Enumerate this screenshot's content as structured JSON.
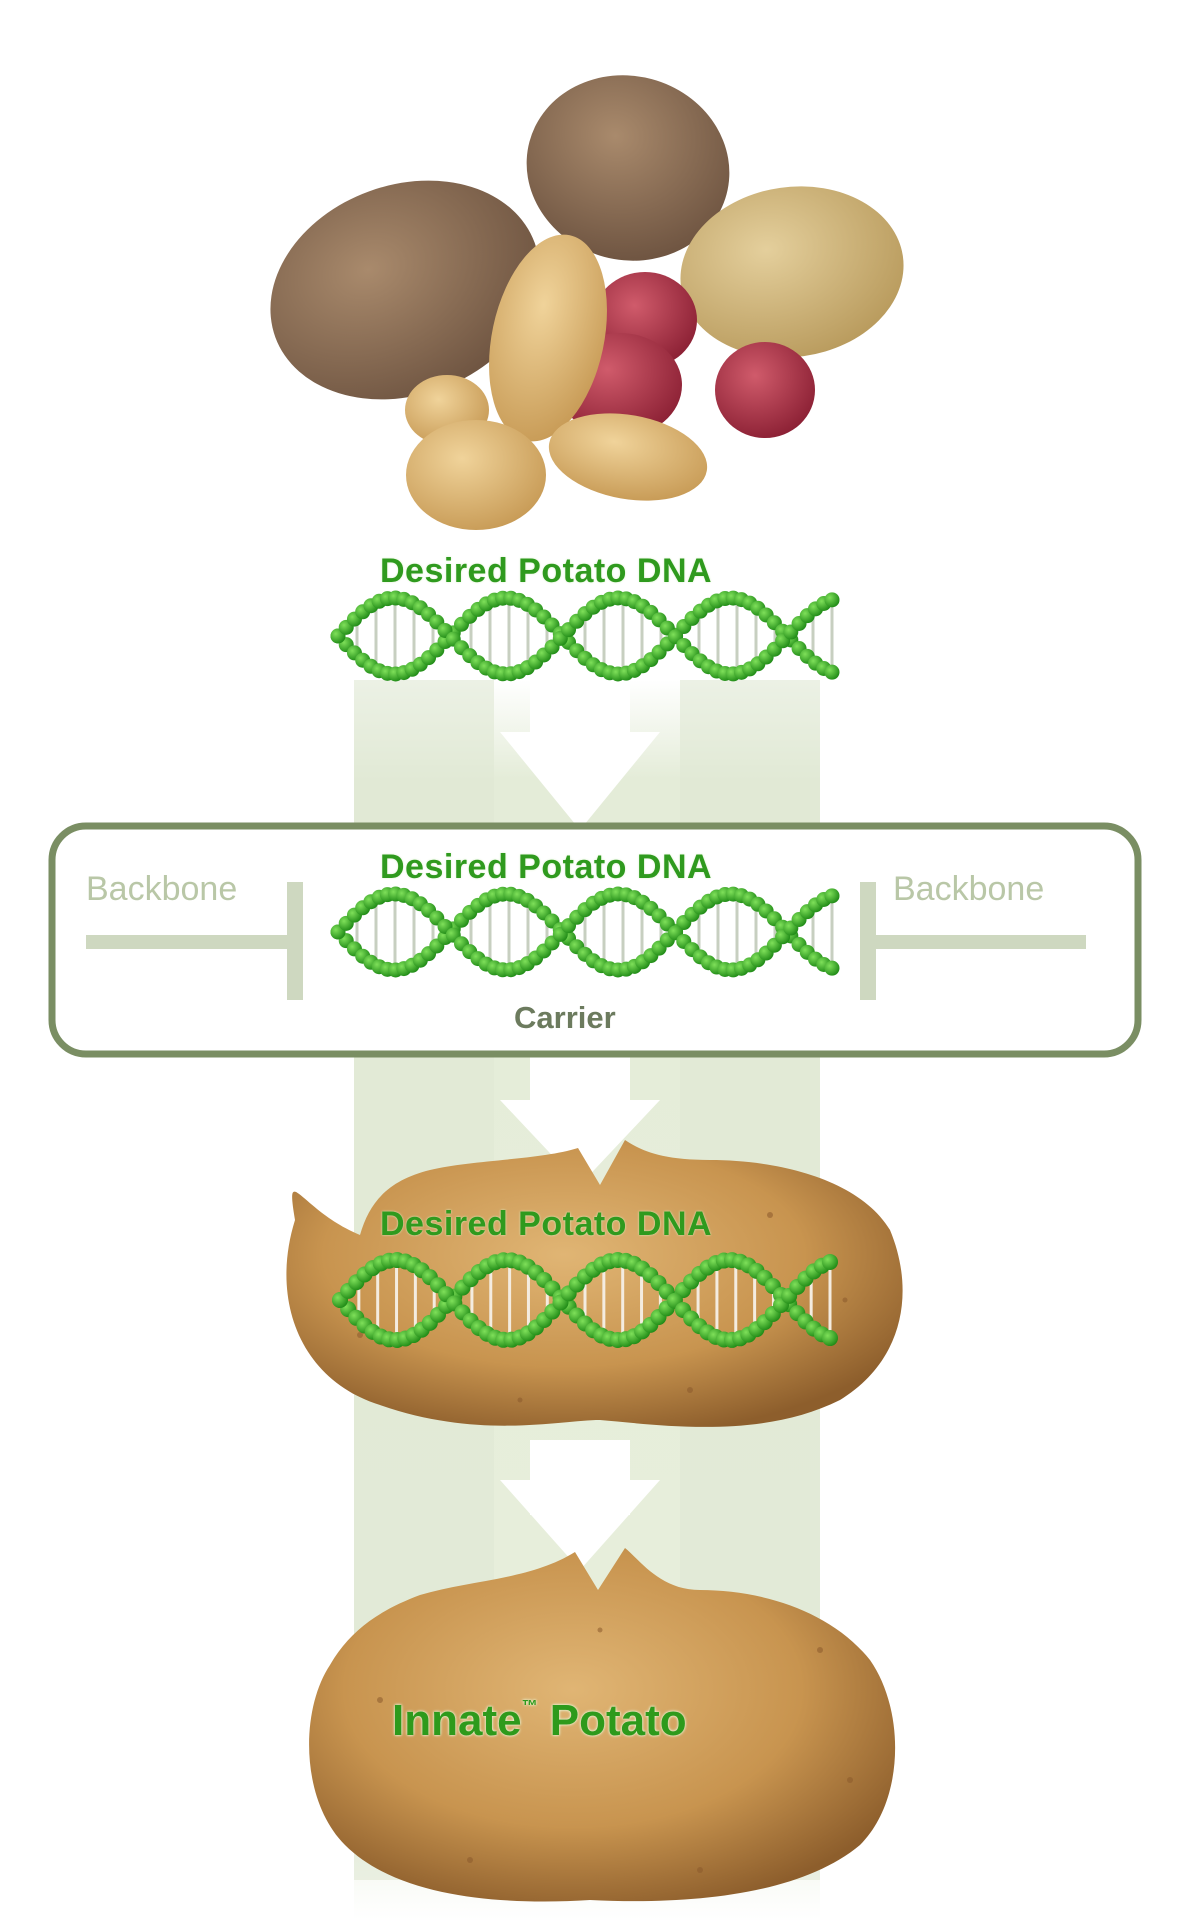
{
  "labels": {
    "dna_top": "Desired Potato DNA",
    "dna_carrier": "Desired Potato DNA",
    "dna_potato": "Desired Potato DNA",
    "backbone_left": "Backbone",
    "backbone_right": "Backbone",
    "carrier": "Carrier",
    "innate_name": "Innate",
    "innate_tm": "™",
    "innate_suffix": " Potato"
  },
  "colors": {
    "dna_green": "#2f9a1e",
    "dna_bead": "#3fb02c",
    "band": "#e3ebd8",
    "frame": "#7a8e63",
    "backbone_text": "#b9c7a7"
  }
}
